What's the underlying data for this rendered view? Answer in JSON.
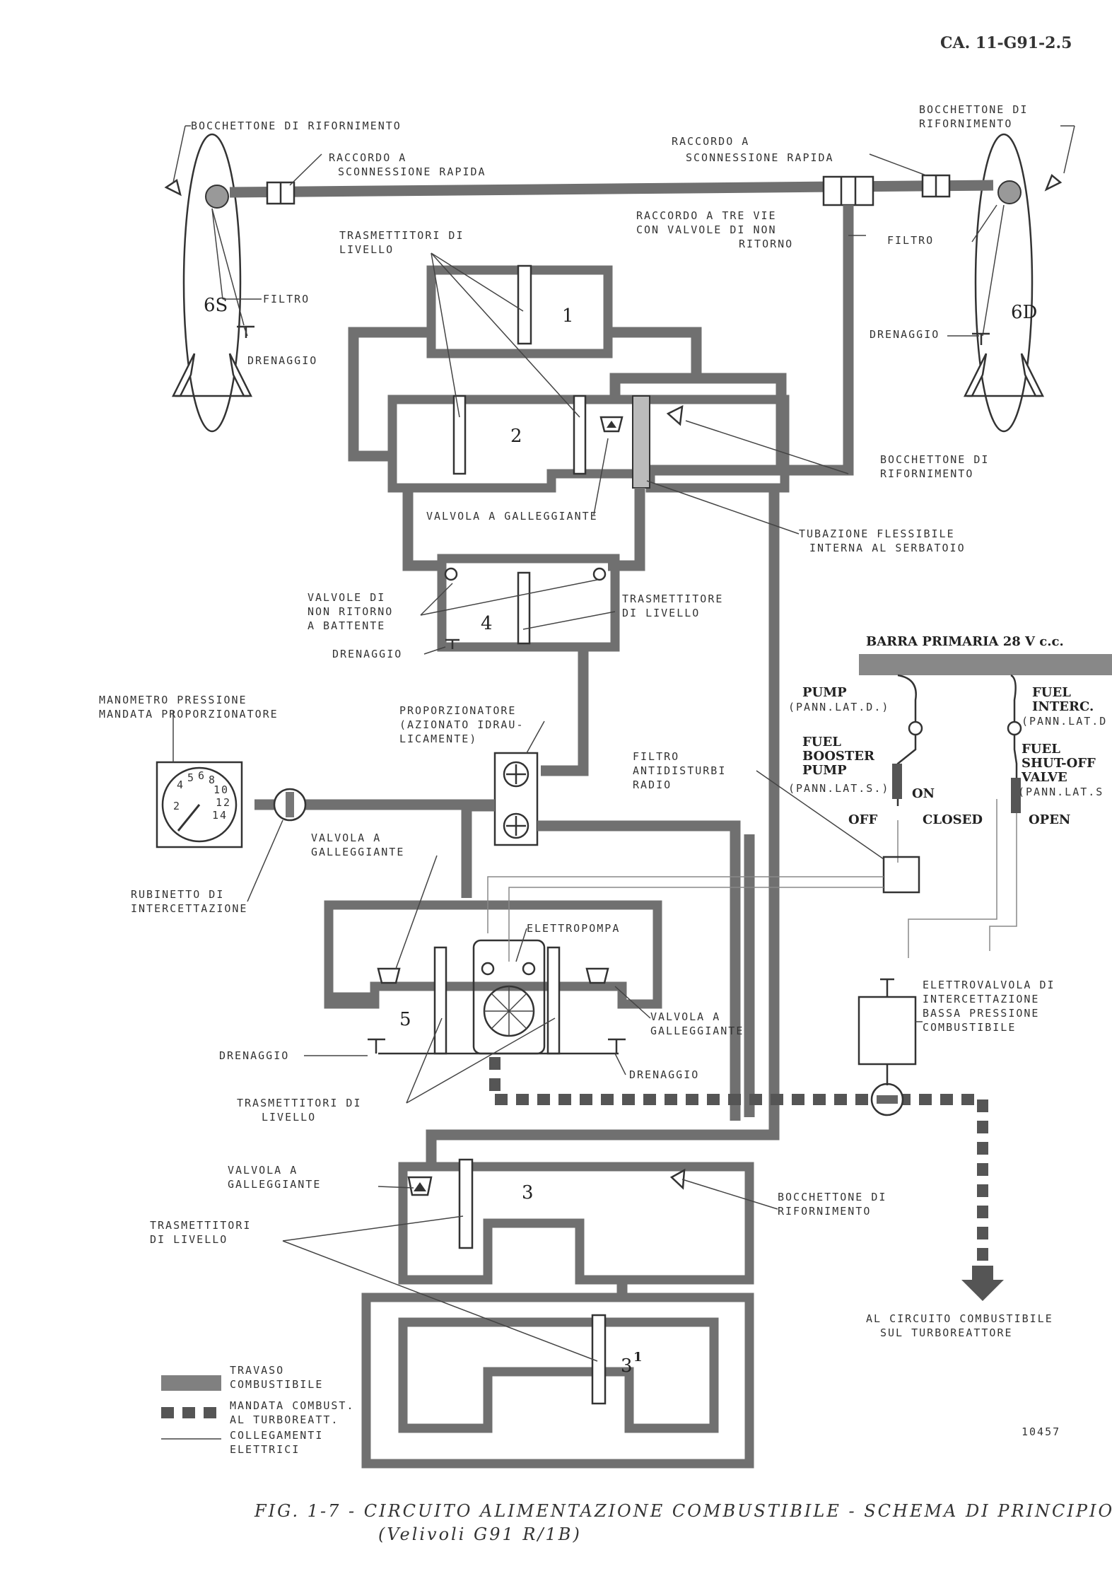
{
  "doc_ref": "CA. 11-G91-2.5",
  "drawing_number": "10457",
  "caption": {
    "line1": "FIG. 1-7 - CIRCUITO ALIMENTAZIONE COMBUSTIBILE - SCHEMA DI PRINCIPIO",
    "line2": "(Velivoli G91 R/1B)"
  },
  "tanks": {
    "t1": "1",
    "t2": "2",
    "t3": "3",
    "t3b": "3",
    "t3b_sup": "1",
    "t4": "4",
    "t5": "5",
    "left_drop": "6S",
    "right_drop": "6D"
  },
  "labels": {
    "boc_left": "BOCCHETTONE DI RIFORNIMENTO",
    "racc_left_1": "RACCORDO A",
    "racc_left_2": "SCONNESSIONE RAPIDA",
    "racc_right_1": "RACCORDO A",
    "racc_right_2": "SCONNESSIONE RAPIDA",
    "boc_right_1": "BOCCHETTONE DI",
    "boc_right_2": "RIFORNIMENTO",
    "trevie_1": "RACCORDO A TRE VIE",
    "trevie_2": "CON VALVOLE DI NON",
    "trevie_3": "RITORNO",
    "trasm_top_1": "TRASMETTITORI DI",
    "trasm_top_2": "LIVELLO",
    "filtro_left": "FILTRO",
    "filtro_right": "FILTRO",
    "dren_left": "DRENAGGIO",
    "dren_right": "DRENAGGIO",
    "boc_t2_1": "BOCCHETTONE DI",
    "boc_t2_2": "RIFORNIMENTO",
    "valv_gall_t2": "VALVOLA A GALLEGGIANTE",
    "tubaz_1": "TUBAZIONE FLESSIBILE",
    "tubaz_2": "INTERNA AL SERBATOIO",
    "nonrit_1": "VALVOLE DI",
    "nonrit_2": "NON RITORNO",
    "nonrit_3": "A BATTENTE",
    "dren_t4": "DRENAGGIO",
    "trasm_t4_1": "TRASMETTITORE",
    "trasm_t4_2": "DI LIVELLO",
    "mano_1": "MANOMETRO PRESSIONE",
    "mano_2": "MANDATA PROPORZIONATORE",
    "prop_1": "PROPORZIONATORE",
    "prop_2": "(AZIONATO IDRAU-",
    "prop_3": "LICAMENTE)",
    "filtro_radio_1": "FILTRO",
    "filtro_radio_2": "ANTIDISTURBI",
    "filtro_radio_3": "RADIO",
    "valv_gall_t5l_1": "VALVOLA A",
    "valv_gall_t5l_2": "GALLEGGIANTE",
    "rubin_1": "RUBINETTO DI",
    "rubin_2": "INTERCETTAZIONE",
    "elettropompa": "ELETTROPOMPA",
    "valv_gall_t5r_1": "VALVOLA A",
    "valv_gall_t5r_2": "GALLEGGIANTE",
    "dren_t5l": "DRENAGGIO",
    "dren_t5r": "DRENAGGIO",
    "trasm_t5_1": "TRASMETTITORI DI",
    "trasm_t5_2": "LIVELLO",
    "elettrov_1": "ELETTROVALVOLA DI",
    "elettrov_2": "INTERCETTAZIONE",
    "elettrov_3": "BASSA PRESSIONE",
    "elettrov_4": "COMBUSTIBILE",
    "valv_gall_t3_1": "VALVOLA A",
    "valv_gall_t3_2": "GALLEGGIANTE",
    "boc_t3_1": "BOCCHETTONE DI",
    "boc_t3_2": "RIFORNIMENTO",
    "trasm_t3_1": "TRASMETTITORI",
    "trasm_t3_2": "DI LIVELLO",
    "al_circ_1": "AL CIRCUITO COMBUSTIBILE",
    "al_circ_2": "SUL TURBOREATTORE"
  },
  "electrical": {
    "bus": "BARRA PRIMARIA 28 V c.c.",
    "pump_1": "PUMP",
    "pump_2": "(PANN.LAT.D.)",
    "fuel_interc_1": "FUEL",
    "fuel_interc_2": "INTERC.",
    "fuel_interc_3": "(PANN.LAT.D",
    "booster_1": "FUEL",
    "booster_2": "BOOSTER",
    "booster_3": "PUMP",
    "booster_4": "(PANN.LAT.S.)",
    "on": "ON",
    "off": "OFF",
    "closed": "CLOSED",
    "shutoff_1": "FUEL",
    "shutoff_2": "SHUT-OFF",
    "shutoff_3": "VALVE",
    "shutoff_4": "(PANN.LAT.S",
    "open": "OPEN"
  },
  "gauge_ticks": [
    "2",
    "4",
    "5",
    "6",
    "8",
    "10",
    "12",
    "14"
  ],
  "legend": {
    "travaso_1": "TRAVASO",
    "travaso_2": "COMBUSTIBILE",
    "mandata_1": "MANDATA COMBUST.",
    "mandata_2": "AL TURBOREATT.",
    "elettrici_1": "COLLEGAMENTI",
    "elettrici_2": "ELETTRICI"
  }
}
